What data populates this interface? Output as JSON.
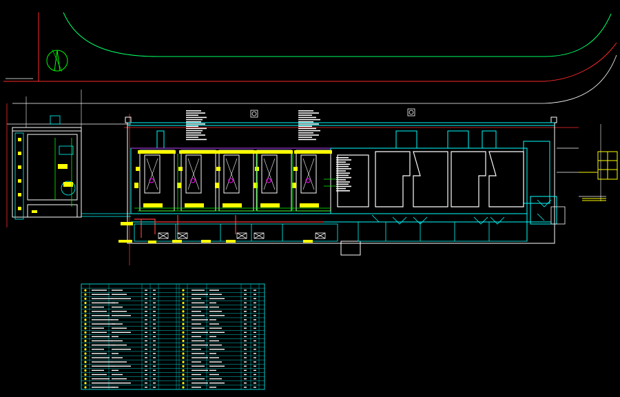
{
  "drawing": {
    "background": "#000000",
    "colors": {
      "road_outline": "#00ff66",
      "boundary_red": "#ff2a2a",
      "wall_cyan": "#00ffff",
      "wall_white": "#ffffff",
      "equipment_yellow": "#ffff00",
      "pipe_green": "#00ff00",
      "magenta_line": "#ff00ff",
      "pipe_red": "#ff3b3b",
      "text_white": "#ffffff"
    },
    "icons": {
      "north_arrow": "north-arrow-icon",
      "valve": "valve-icon",
      "column_marker": "column-marker-icon"
    }
  },
  "legend_table": {
    "left_rows": 24,
    "right_rows": 24,
    "columns_per_side": 6
  }
}
